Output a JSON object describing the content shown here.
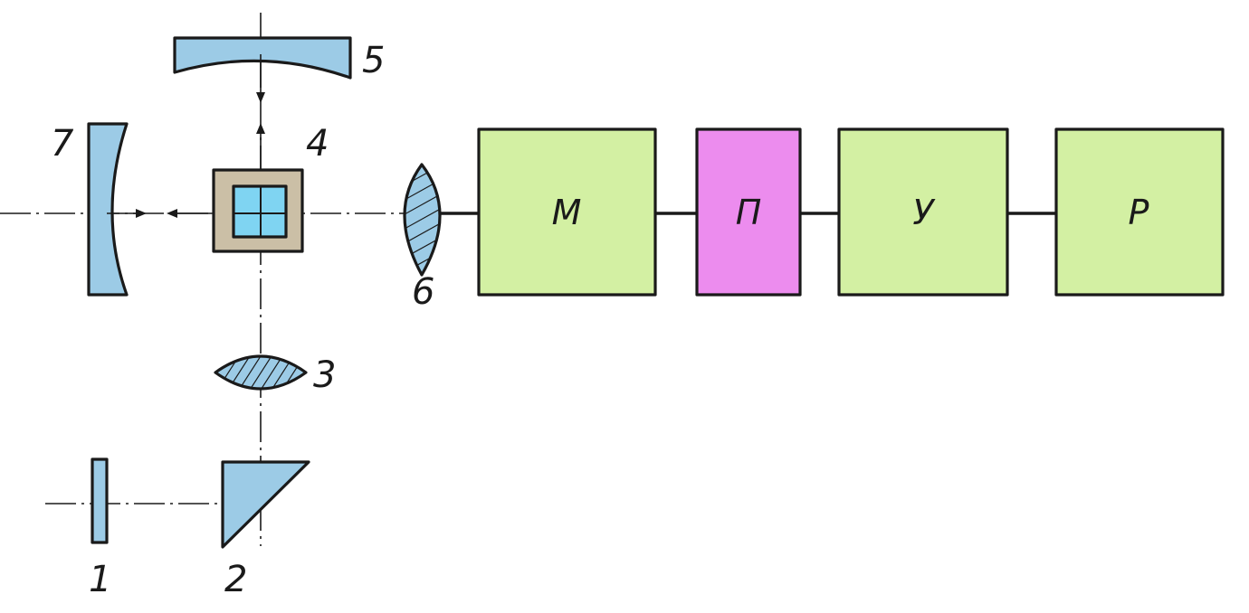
{
  "colors": {
    "optics": "#9ccbe6",
    "modulator_body": "#cbbfa6",
    "block_green": "#d3f0a3",
    "block_magenta": "#ec8cee",
    "line": "#1a1a1a"
  },
  "optics": {
    "part_1": "1",
    "part_2": "2",
    "part_3": "3",
    "part_4": "4",
    "part_5": "5",
    "part_6": "6",
    "part_7": "7"
  },
  "blocks": {
    "m": "M",
    "p": "П",
    "u": "У",
    "r": "Р"
  }
}
